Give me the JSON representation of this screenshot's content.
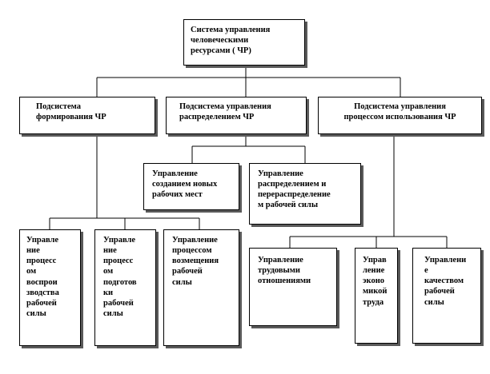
{
  "diagram": {
    "root": "Система  управления\nчеловеческими\nресурсами  ( ЧР)",
    "subsystems": {
      "formation": "Подсистема\nформирования ЧР",
      "distribution": "Подсистема управления\nраспределением ЧР",
      "usage": "Подсистема управления\nпроцессом использования ЧР"
    },
    "distribution_children": {
      "new_jobs": "Управление\nсозданием новых\nрабочих мест",
      "redistribution": "Управление\nраспределением и\nперераспределение\nм рабочей силы"
    },
    "formation_children": {
      "reproduction": "Управле\nние\nпроцесс\nом\nвоспрои\nзводства\nрабочей\nсилы",
      "training": "Управле\nние\nпроцесс\nом\nподготов\nки\nрабочей\nсилы",
      "compensation": "Управление\nпроцессом\nвозмещения\nрабочей\nсилы"
    },
    "usage_children": {
      "labor_relations": "Управление\nтрудовыми\nотношениями",
      "labor_economy": "Управ\nление\nэконо\nмикой\nтруда",
      "workforce_quality": "Управлени\nе\nкачеством\nрабочей\nсилы"
    }
  }
}
